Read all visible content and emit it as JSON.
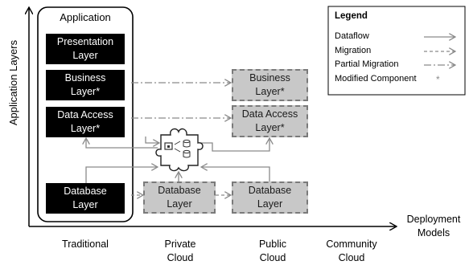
{
  "axes": {
    "y_label": "Application Layers",
    "x_label": "Deployment\nModels"
  },
  "application_box": {
    "title": "Application",
    "layers": {
      "presentation": "Presentation\nLayer",
      "business": "Business\nLayer*",
      "data_access": "Data Access\nLayer*",
      "database": "Database\nLayer"
    }
  },
  "migrated": {
    "private_database": "Database\nLayer",
    "public_business": "Business\nLayer*",
    "public_data_access": "Data Access\nLayer*",
    "public_database": "Database\nLayer"
  },
  "columns": [
    "Traditional",
    "Private\nCloud",
    "Public\nCloud",
    "Community\nCloud"
  ],
  "legend": {
    "title": "Legend",
    "items": [
      {
        "label": "Dataflow",
        "style": "solid-arrow"
      },
      {
        "label": "Migration",
        "style": "dashed-arrow"
      },
      {
        "label": "Partial Migration",
        "style": "dash-dot-arrow"
      },
      {
        "label": "Modified Component",
        "symbol": "*"
      }
    ]
  },
  "icons": {
    "center": "puzzle-piece-icon"
  },
  "colors": {
    "dark_block": "#000000",
    "grey_block": "#c8c8c8",
    "arrow": "#8a8a8a"
  }
}
